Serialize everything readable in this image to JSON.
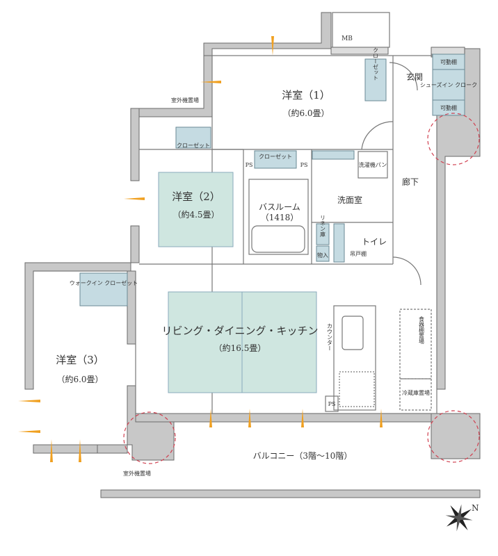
{
  "colors": {
    "wall": "#c8c8c8",
    "wall_line": "#6a6a6a",
    "room_fill": "#cfe6e0",
    "storage_fill": "#c5dbe2",
    "window_marker": "#f0a020",
    "wind_marker": "#5bb8c8",
    "structure_circle": "#d04050"
  },
  "rooms": {
    "western1": {
      "name": "洋室（1）",
      "size": "（約6.0畳）"
    },
    "western2": {
      "name": "洋室（2）",
      "size": "（約4.5畳）"
    },
    "western3": {
      "name": "洋室（3）",
      "size": "（約6.0畳）"
    },
    "ldk": {
      "name": "リビング・ダイニング・キッチン",
      "size": "（約16.5畳）"
    },
    "bath": {
      "name": "バスルーム",
      "size": "（1418）"
    },
    "washroom": "洗面室",
    "toilet": "トイレ",
    "entrance": "玄関",
    "corridor": "廊下",
    "balcony": "バルコニー（3階～10階）"
  },
  "labels": {
    "mb": "MB",
    "closet": "クローゼット",
    "closet_vertical": "クローゼット",
    "shoes_in_cloak": "シューズイン クローク",
    "movable_shelf": "可動棚",
    "ps": "PS",
    "washer_pan": "洗濯機パン",
    "linen": "リネン庫",
    "storage": "物入",
    "hanging_shelf": "吊戸棚",
    "walk_in_closet": "ウォークイン クローゼット",
    "counter": "カウンター",
    "dish_shelf": "食器棚置場",
    "fridge": "冷蔵庫置場",
    "outdoor_unit": "室外機置場"
  },
  "compass": {
    "north_label": "N"
  }
}
